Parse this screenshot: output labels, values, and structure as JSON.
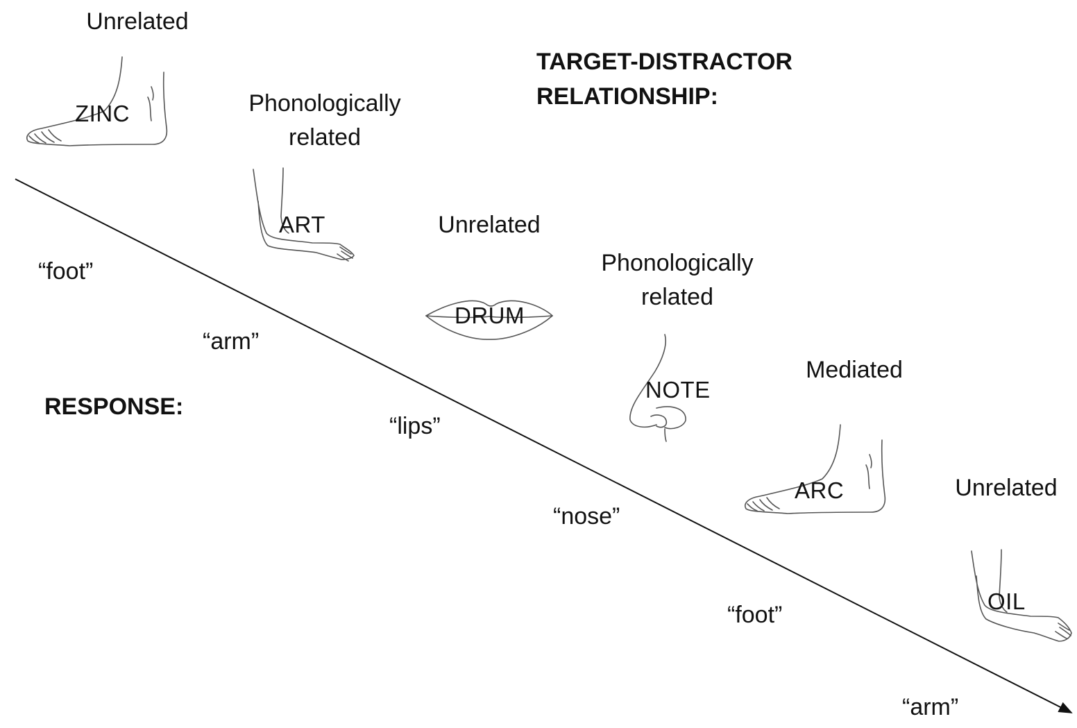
{
  "heading": {
    "line1": "TARGET-DISTRACTOR",
    "line2": "RELATIONSHIP:"
  },
  "response_heading": "RESPONSE:",
  "trials": [
    {
      "relationship": [
        "Unrelated"
      ],
      "distractor": "ZINC",
      "picture": "foot-icon",
      "response": "“foot”"
    },
    {
      "relationship": [
        "Phonologically",
        "related"
      ],
      "distractor": "ART",
      "picture": "arm-icon",
      "response": "“arm”"
    },
    {
      "relationship": [
        "Unrelated"
      ],
      "distractor": "DRUM",
      "picture": "lips-icon",
      "response": "“lips”"
    },
    {
      "relationship": [
        "Phonologically",
        "related"
      ],
      "distractor": "NOTE",
      "picture": "nose-icon",
      "response": "“nose”"
    },
    {
      "relationship": [
        "Mediated"
      ],
      "distractor": "ARC",
      "picture": "foot-icon",
      "response": "“foot”"
    },
    {
      "relationship": [
        "Unrelated"
      ],
      "distractor": "OIL",
      "picture": "arm-icon",
      "response": "“arm”"
    }
  ],
  "timeline": {
    "icon": "arrow-icon",
    "color": "#111111"
  }
}
